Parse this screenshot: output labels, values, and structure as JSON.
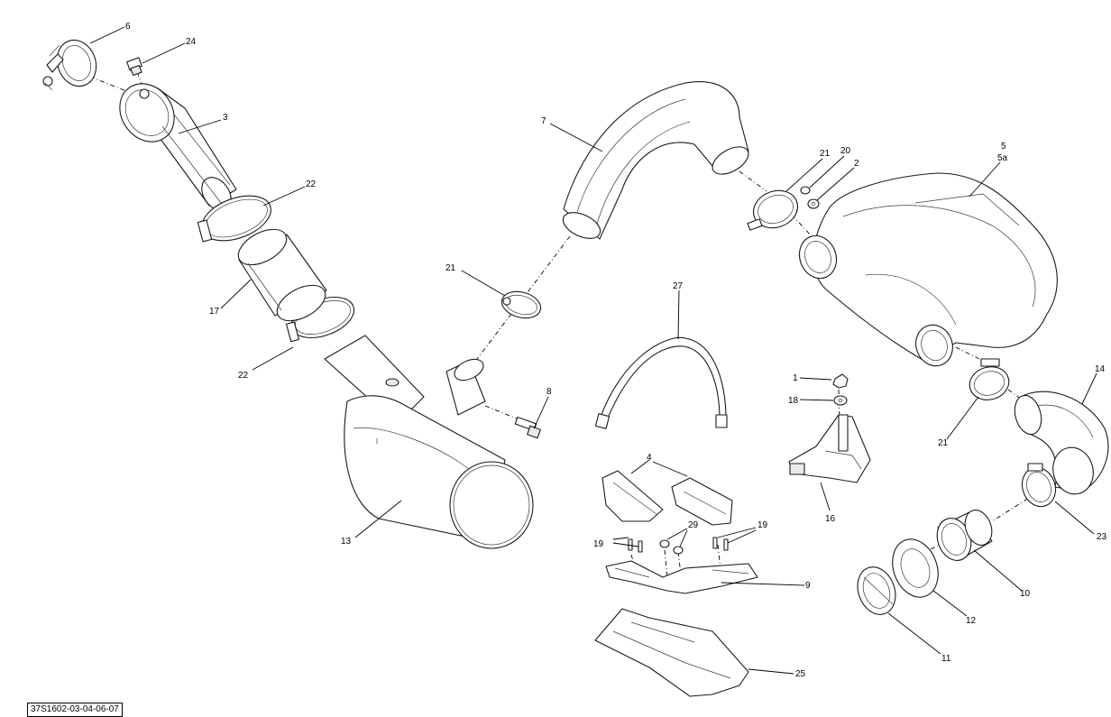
{
  "callouts": {
    "c1": "1",
    "c2": "2",
    "c3": "3",
    "c4": "4",
    "c5": "5",
    "c5a": "5a",
    "c6": "6",
    "c7": "7",
    "c8": "8",
    "c9": "9",
    "c10": "10",
    "c11": "11",
    "c12": "12",
    "c13": "13",
    "c14": "14",
    "c16": "16",
    "c17": "17",
    "c18": "18",
    "c19": "19",
    "c20": "20",
    "c21": "21",
    "c22": "22",
    "c23": "23",
    "c24": "24",
    "c25": "25",
    "c27": "27",
    "c29": "29"
  },
  "reference_code": "37S1602-03-04-06-07"
}
